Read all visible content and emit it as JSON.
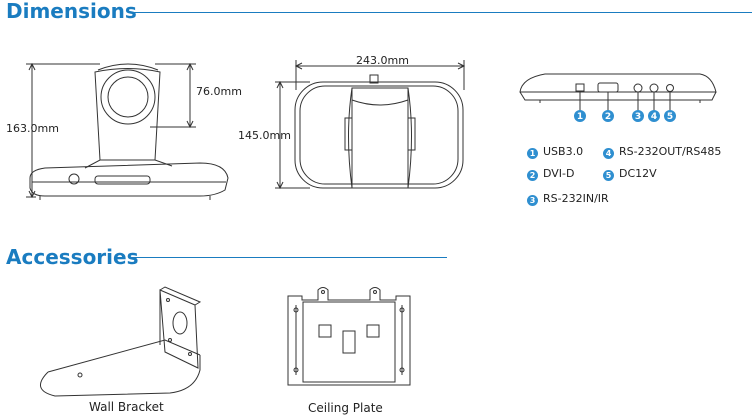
{
  "sections": {
    "dimensions_title": "Dimensions",
    "accessories_title": "Accessories"
  },
  "dimensions": {
    "front_height": "163.0mm",
    "lens_height": "76.0mm",
    "top_width": "243.0mm",
    "top_depth": "145.0mm"
  },
  "ports": [
    {
      "num": "1",
      "label": "USB3.0"
    },
    {
      "num": "2",
      "label": "DVI-D"
    },
    {
      "num": "3",
      "label": "RS-232IN/IR"
    },
    {
      "num": "4",
      "label": "RS-232OUT/RS485"
    },
    {
      "num": "5",
      "label": "DC12V"
    }
  ],
  "accessories": {
    "wall_bracket": "Wall Bracket",
    "ceiling_plate": "Ceiling Plate"
  },
  "colors": {
    "accent": "#1a7cc0",
    "bullet": "#2f8fd0"
  }
}
